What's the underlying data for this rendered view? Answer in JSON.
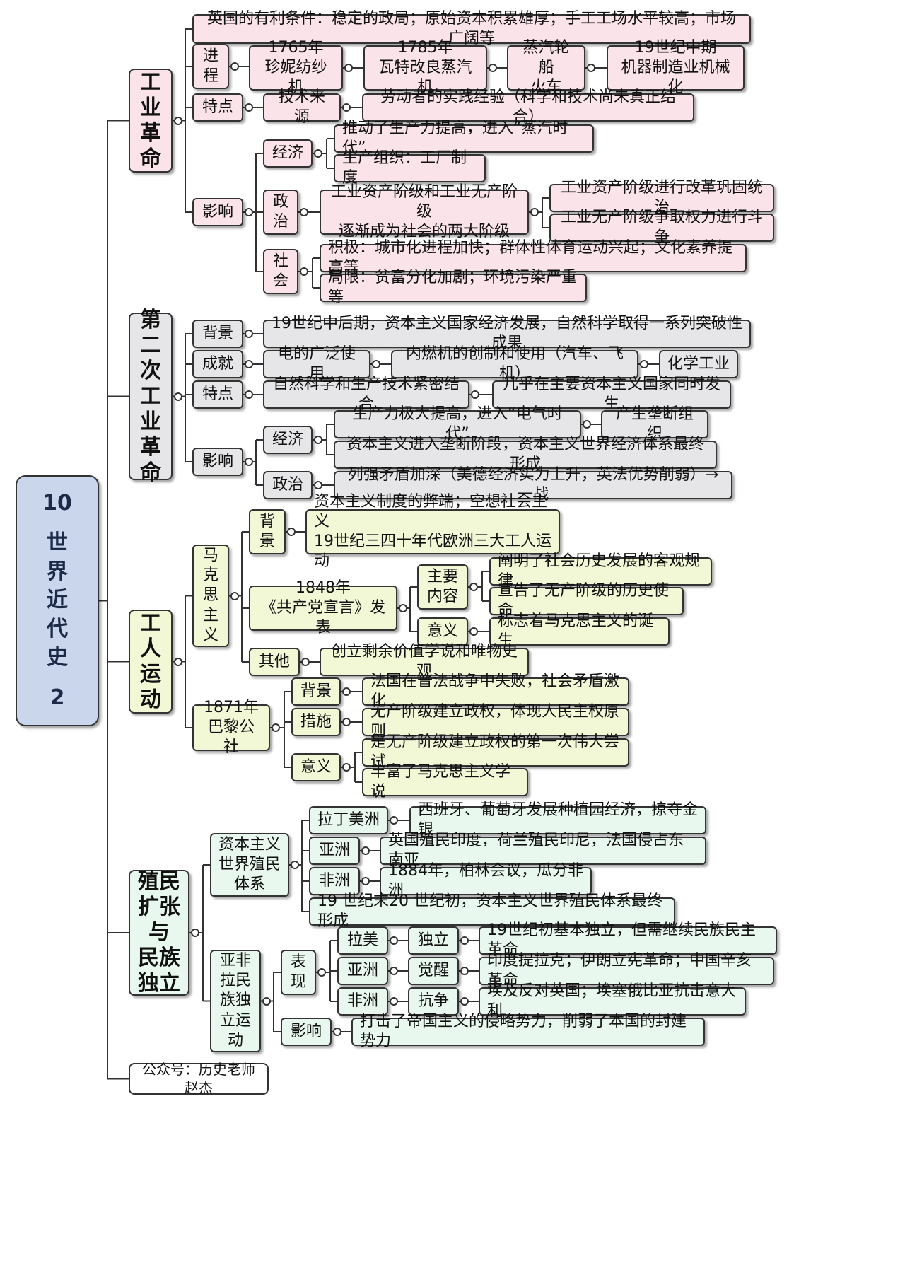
{
  "root": {
    "num": "10",
    "title": "世\n界\n近\n代\n史",
    "page": "2"
  },
  "footer": "公众号：历史老师赵杰",
  "t1": {
    "title": "工\n业\n革\n命",
    "conditions": "英国的有利条件：稳定的政局；原始资本积累雄厚；手工工场水平较高；市场广阔等",
    "process_label": "进\n程",
    "process": [
      "1765年\n珍妮纺纱机",
      "1785年\n瓦特改良蒸汽机",
      "蒸汽轮船\n火车",
      "19世纪中期\n机器制造业机械化"
    ],
    "feature_label": "特点",
    "feature_source": "技术来源",
    "feature_text": "劳动者的实践经验（科学和技术尚未真正结合）",
    "impact_label": "影响",
    "econ_label": "经济",
    "econ": [
      "推动了生产力提高，进入“蒸汽时代”",
      "生产组织：工厂制度"
    ],
    "pol_label": "政\n治",
    "pol_main": "工业资产阶级和工业无产阶级\n逐渐成为社会的两大阶级",
    "pol_sub": [
      "工业资产阶级进行改革巩固统治",
      "工业无产阶级争取权力进行斗争"
    ],
    "soc_label": "社\n会",
    "soc": [
      "积极：城市化进程加快；群体性体育运动兴起；文化素养提高等",
      "局限：贫富分化加剧；环境污染严重等"
    ]
  },
  "t2": {
    "title": "第\n二\n次\n工\n业\n革\n命",
    "bg_label": "背景",
    "bg": "19世纪中后期，资本主义国家经济发展，自然科学取得一系列突破性成果",
    "ach_label": "成就",
    "ach": [
      "电的广泛使用",
      "内燃机的创制和使用（汽车、飞机）",
      "化学工业"
    ],
    "feat_label": "特点",
    "feat": [
      "自然科学和生产技术紧密结合",
      "几乎在主要资本主义国家同时发生"
    ],
    "impact_label": "影响",
    "econ_label": "经济",
    "econ1": "生产力极大提高，进入“电气时代”",
    "econ1b": "产生垄断组织",
    "econ2": "资本主义进入垄断阶段，资本主义世界经济体系最终形成",
    "pol_label": "政治",
    "pol": "列强矛盾加深（美德经济实力上升，英法优势削弱）→一战"
  },
  "t3": {
    "title": "工\n人\n运\n动",
    "marx_label": "马\n克\n思\n主\n义",
    "bg_label": "背\n景",
    "bg": "资本主义制度的弊端；空想社会主义\n19世纪三四十年代欧洲三大工人运动",
    "manifesto": "1848年\n《共产党宣言》发表",
    "content_label": "主要\n内容",
    "content": [
      "阐明了社会历史发展的客观规律",
      "宣告了无产阶级的历史使命"
    ],
    "meaning_label": "意义",
    "meaning": "标志着马克思主义的诞生",
    "other_label": "其他",
    "other": "创立剩余价值学说和唯物史观",
    "paris": "1871年\n巴黎公社",
    "paris_bg_label": "背景",
    "paris_bg": "法国在普法战争中失败，社会矛盾激化",
    "paris_measure_label": "措施",
    "paris_measure": "无产阶级建立政权，体现人民主权原则",
    "paris_meaning_label": "意义",
    "paris_meaning": [
      "是无产阶级建立政权的第一次伟大尝试",
      "丰富了马克思主义学说"
    ]
  },
  "t4": {
    "title": "殖民\n扩张\n与\n民族\n独立",
    "colonial": "资本主义\n世界殖民\n体系",
    "regions": [
      {
        "label": "拉丁美洲",
        "text": "西班牙、葡萄牙发展种植园经济，掠夺金银"
      },
      {
        "label": "亚洲",
        "text": "英国殖民印度，荷兰殖民印尼，法国侵占东南亚"
      },
      {
        "label": "非洲",
        "text": "1884年，柏林会议，瓜分非洲"
      }
    ],
    "final": "19 世纪末20 世纪初，资本主义世界殖民体系最终形成",
    "indep": "亚非\n拉民\n族独\n立运\n动",
    "perf_label": "表\n现",
    "perf": [
      {
        "region": "拉美",
        "type": "独立",
        "text": "19世纪初基本独立，但需继续民族民主革命"
      },
      {
        "region": "亚洲",
        "type": "觉醒",
        "text": "印度提拉克；伊朗立宪革命；中国辛亥革命"
      },
      {
        "region": "非洲",
        "type": "抗争",
        "text": "埃及反对英国；埃塞俄比亚抗击意大利"
      }
    ],
    "impact_label": "影响",
    "impact": "打击了帝国主义的侵略势力，削弱了本国的封建势力"
  }
}
